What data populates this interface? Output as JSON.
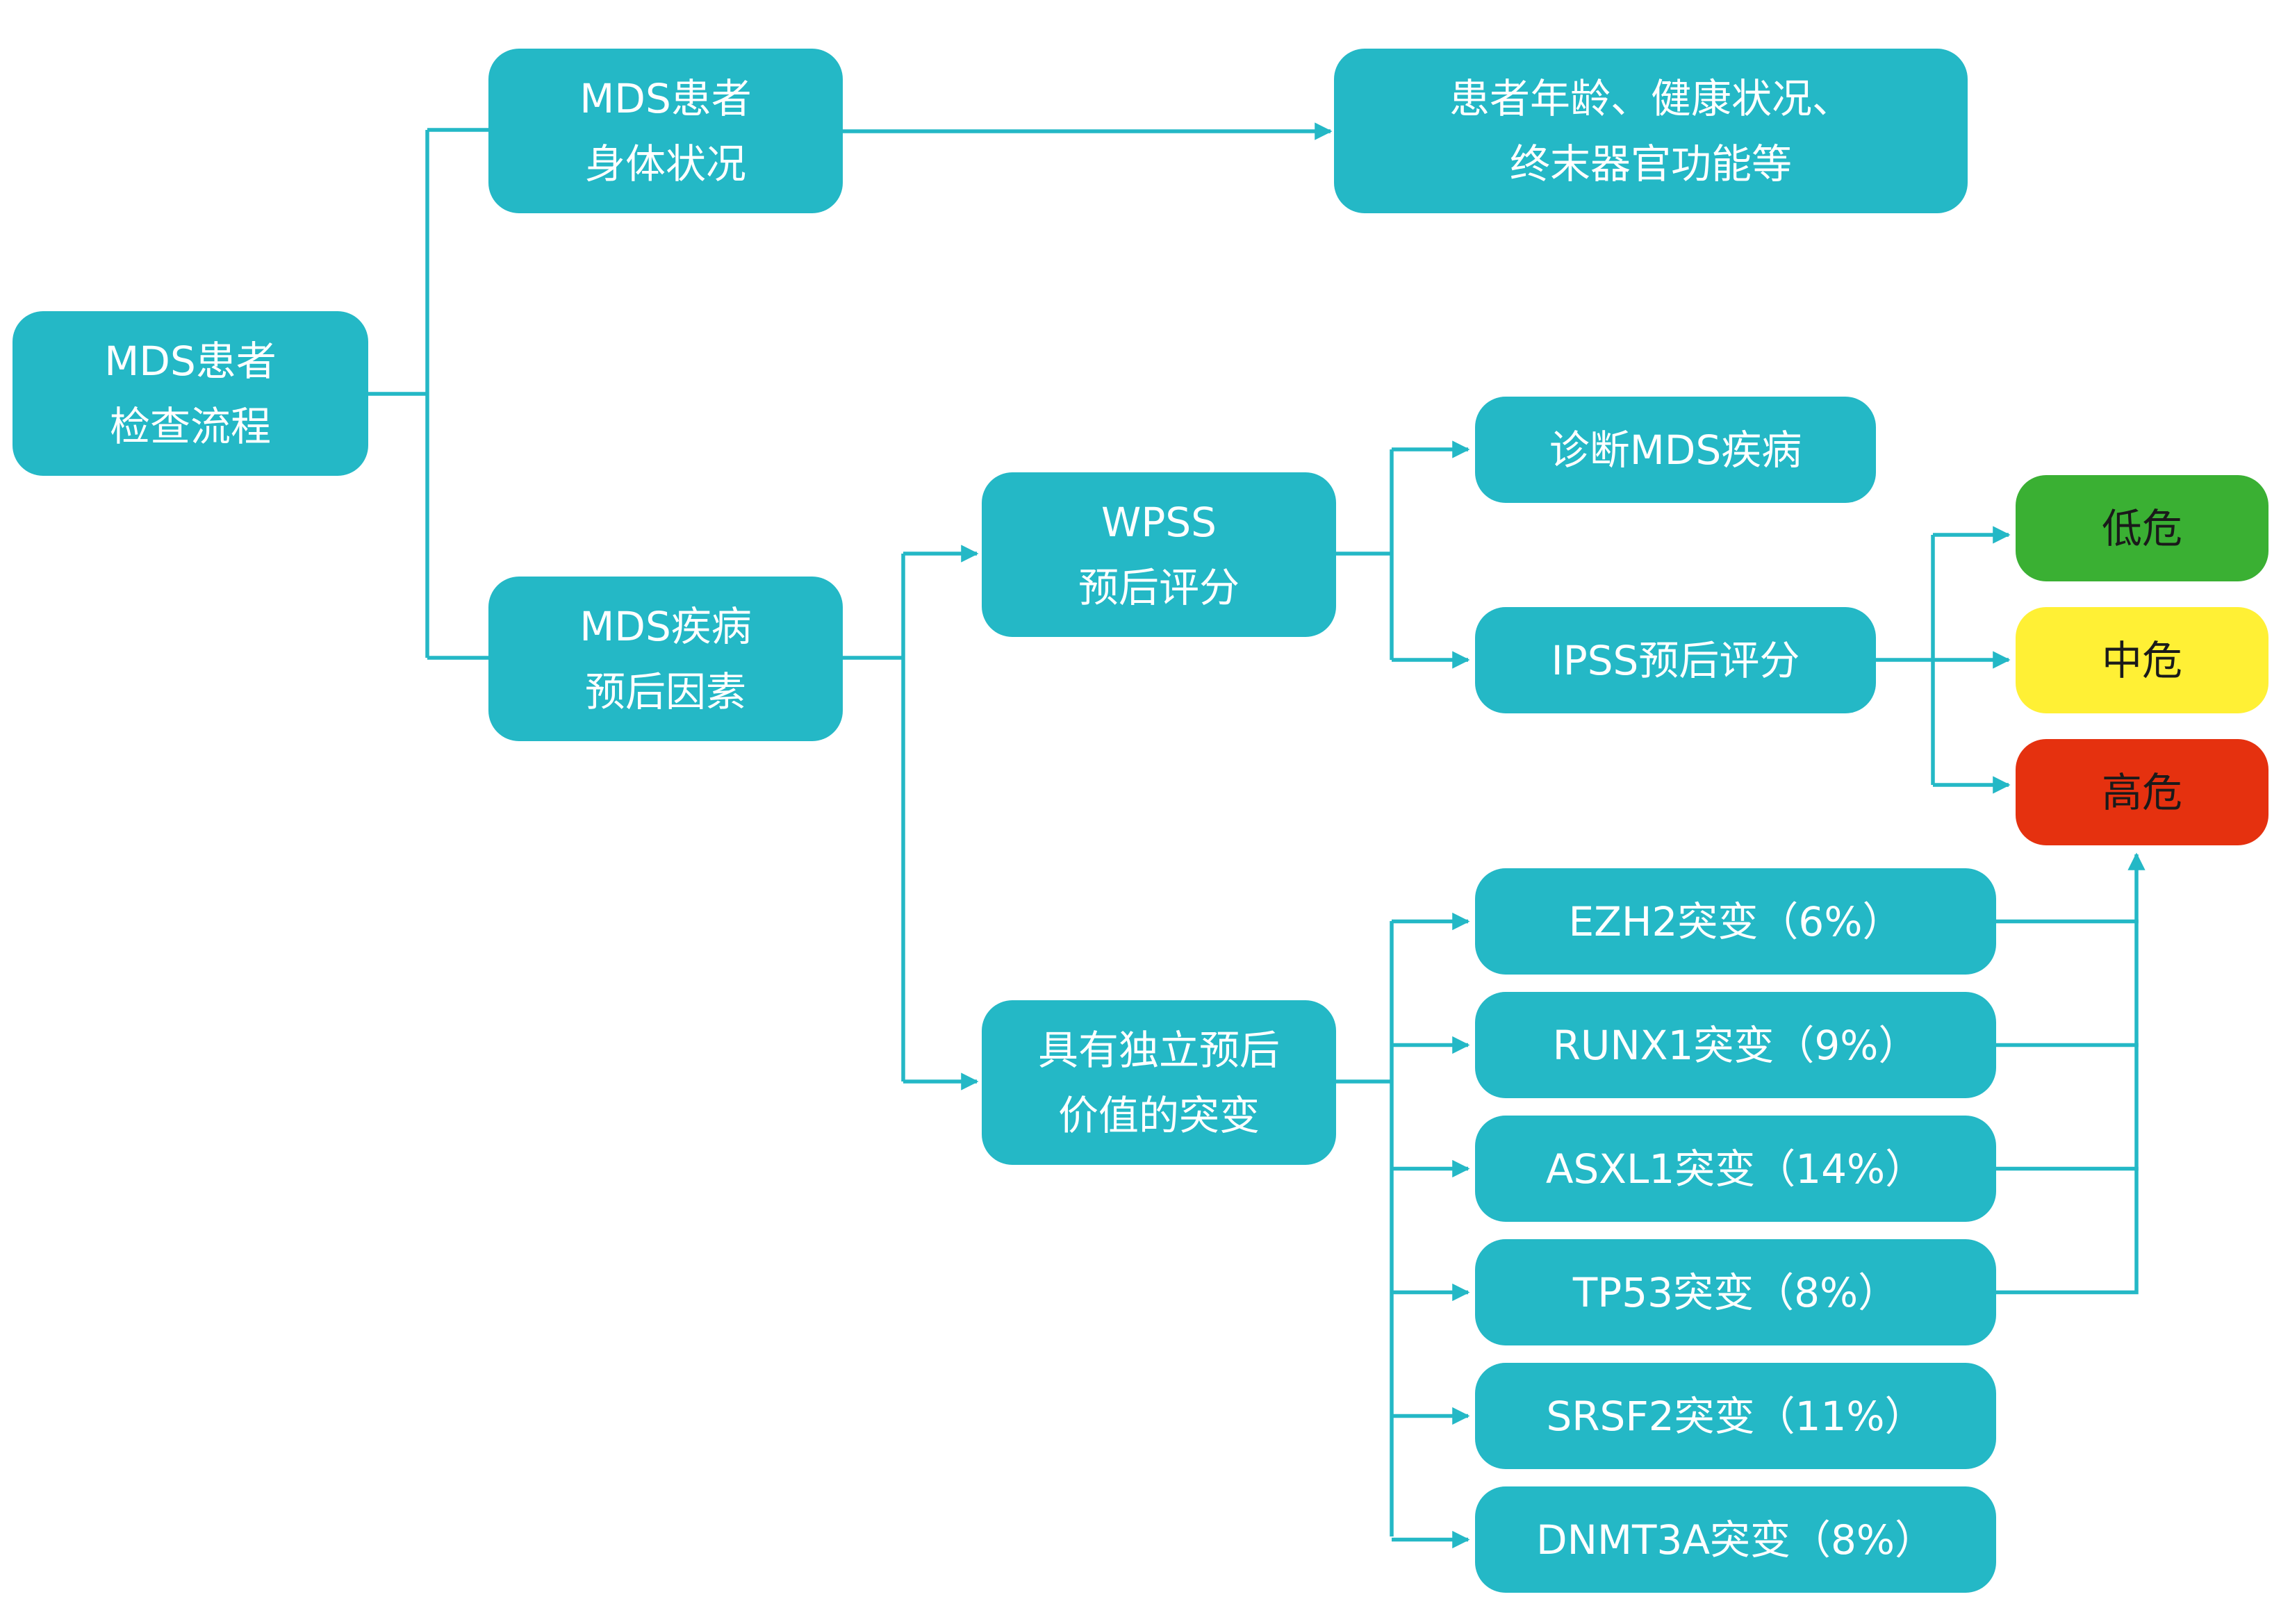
{
  "colors": {
    "node": "#24b8c6",
    "line": "#24b8c6",
    "node_text": "#ffffff",
    "risk_low": "#3ab033",
    "risk_mid": "#fff035",
    "risk_high": "#e5310f",
    "risk_text": "#1a1a1a"
  },
  "nodes": {
    "root": {
      "line1": "MDS患者",
      "line2": "检查流程"
    },
    "body_status": {
      "line1": "MDS患者",
      "line2": "身体状况"
    },
    "body_detail": {
      "line1": "患者年龄、健康状况、",
      "line2": "终末器官功能等"
    },
    "prognosis": {
      "line1": "MDS疾病",
      "line2": "预后因素"
    },
    "wpss": {
      "line1": "WPSS",
      "line2": "预后评分"
    },
    "diagnose": {
      "line1": "诊断MDS疾病"
    },
    "ipss": {
      "line1": "IPSS预后评分"
    },
    "mutations_group": {
      "line1": "具有独立预后",
      "line2": "价值的突变"
    }
  },
  "risk_levels": [
    {
      "label": "低危",
      "level": "low"
    },
    {
      "label": "中危",
      "level": "mid"
    },
    {
      "label": "高危",
      "level": "high"
    }
  ],
  "mutations": [
    {
      "gene": "EZH2",
      "label": "EZH2突变（6%）",
      "percent": 6,
      "leads_to_high_risk": true
    },
    {
      "gene": "RUNX1",
      "label": "RUNX1突变（9%）",
      "percent": 9,
      "leads_to_high_risk": true
    },
    {
      "gene": "ASXL1",
      "label": "ASXL1突变（14%）",
      "percent": 14,
      "leads_to_high_risk": true
    },
    {
      "gene": "TP53",
      "label": "TP53突变（8%）",
      "percent": 8,
      "leads_to_high_risk": true
    },
    {
      "gene": "SRSF2",
      "label": "SRSF2突变（11%）",
      "percent": 11,
      "leads_to_high_risk": false
    },
    {
      "gene": "DNMT3A",
      "label": "DNMT3A突变（8%）",
      "percent": 8,
      "leads_to_high_risk": false
    }
  ]
}
